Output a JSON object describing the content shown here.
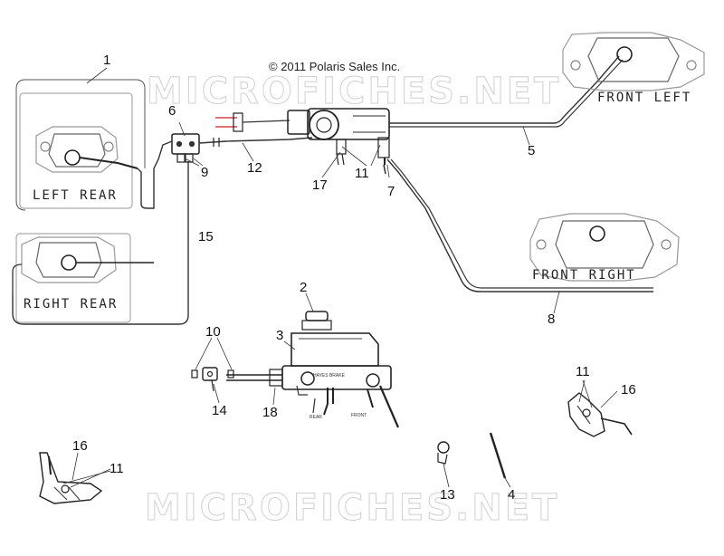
{
  "copyright": "© 2011 Polaris Sales Inc.",
  "watermark": "MICROFICHES.NET",
  "locations": {
    "left_rear": "LEFT REAR",
    "right_rear": "RIGHT REAR",
    "front_left": "FRONT LEFT",
    "front_right": "FRONT RIGHT"
  },
  "master_cylinder_brand": "HAYES BRAKE",
  "port_labels": [
    "REAR",
    "FRONT"
  ],
  "callouts": [
    "1",
    "2",
    "3",
    "4",
    "5",
    "6",
    "7",
    "8",
    "9",
    "10",
    "11",
    "11",
    "11",
    "12",
    "13",
    "14",
    "15",
    "16",
    "16",
    "17",
    "18"
  ]
}
